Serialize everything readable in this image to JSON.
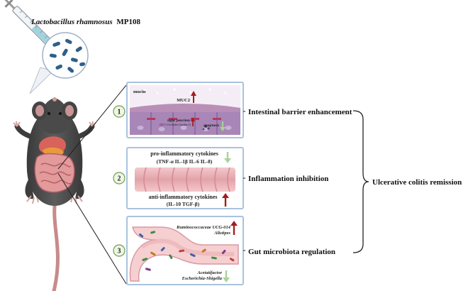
{
  "strain": {
    "species": "Lactobacillus rhamnosus",
    "code": "MP108"
  },
  "panels": [
    {
      "number": "1",
      "title": "Intestinal barrier enhancement",
      "labels": {
        "mucin": "mucin",
        "muc2": "MUC2",
        "tight_junction": "tight junction",
        "tj_proteins": "(ZO-1 Occludin Claudin-1)",
        "apoptosis": "apoptosis"
      },
      "trends": {
        "muc2": "up",
        "tight_junction": "up",
        "apoptosis": "down"
      }
    },
    {
      "number": "2",
      "title": "Inflammation inhibition",
      "labels": {
        "pro_title": "pro-inflammatory cytokines",
        "pro_list": "(TNF-α  IL-1β  IL-6  IL-8)",
        "anti_title": "anti-inflammatory cytokines",
        "anti_list": "(IL-10  TGF-β)"
      },
      "trends": {
        "pro": "down",
        "anti": "up"
      }
    },
    {
      "number": "3",
      "title": "Gut microbiota regulation",
      "labels": {
        "up1": "Ruminococcaceae UCG-014",
        "up2": "Alistipes",
        "down1": "Acetatifactor",
        "down2": "Escherichia-Shigella"
      },
      "trends": {
        "up": "up",
        "down": "down"
      }
    }
  ],
  "outcome": "Ulcerative colitis remission",
  "colors": {
    "up_arrow": "#a31d1d",
    "down_arrow": "#a8d49a",
    "panel_border": "#a9c3dd",
    "circle_border": "#6e9e4b",
    "circle_fill": "#eef6e5",
    "tissue": "#e9b4ba",
    "tissue_dark": "#c9687a",
    "mouse_body": "#4a4a4a"
  }
}
